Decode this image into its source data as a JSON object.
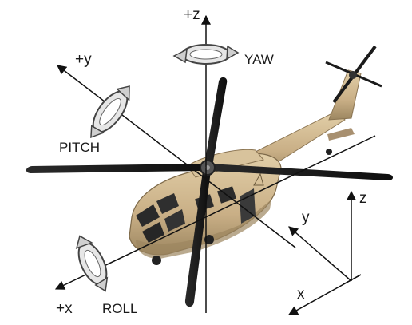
{
  "axes": {
    "z_plus": "+z",
    "y_plus": "+y",
    "x_plus": "+x"
  },
  "rotations": {
    "yaw": "YAW",
    "pitch": "PITCH",
    "roll": "ROLL"
  },
  "body_frame": {
    "z": "z",
    "y": "y",
    "x": "x"
  },
  "colors": {
    "axis": "#111111",
    "fuselage": "#cdb48c",
    "fuselage_shadow": "#9c8660",
    "rotor": "#1b1b1b",
    "arrow_fill": "#d9d9d9"
  }
}
